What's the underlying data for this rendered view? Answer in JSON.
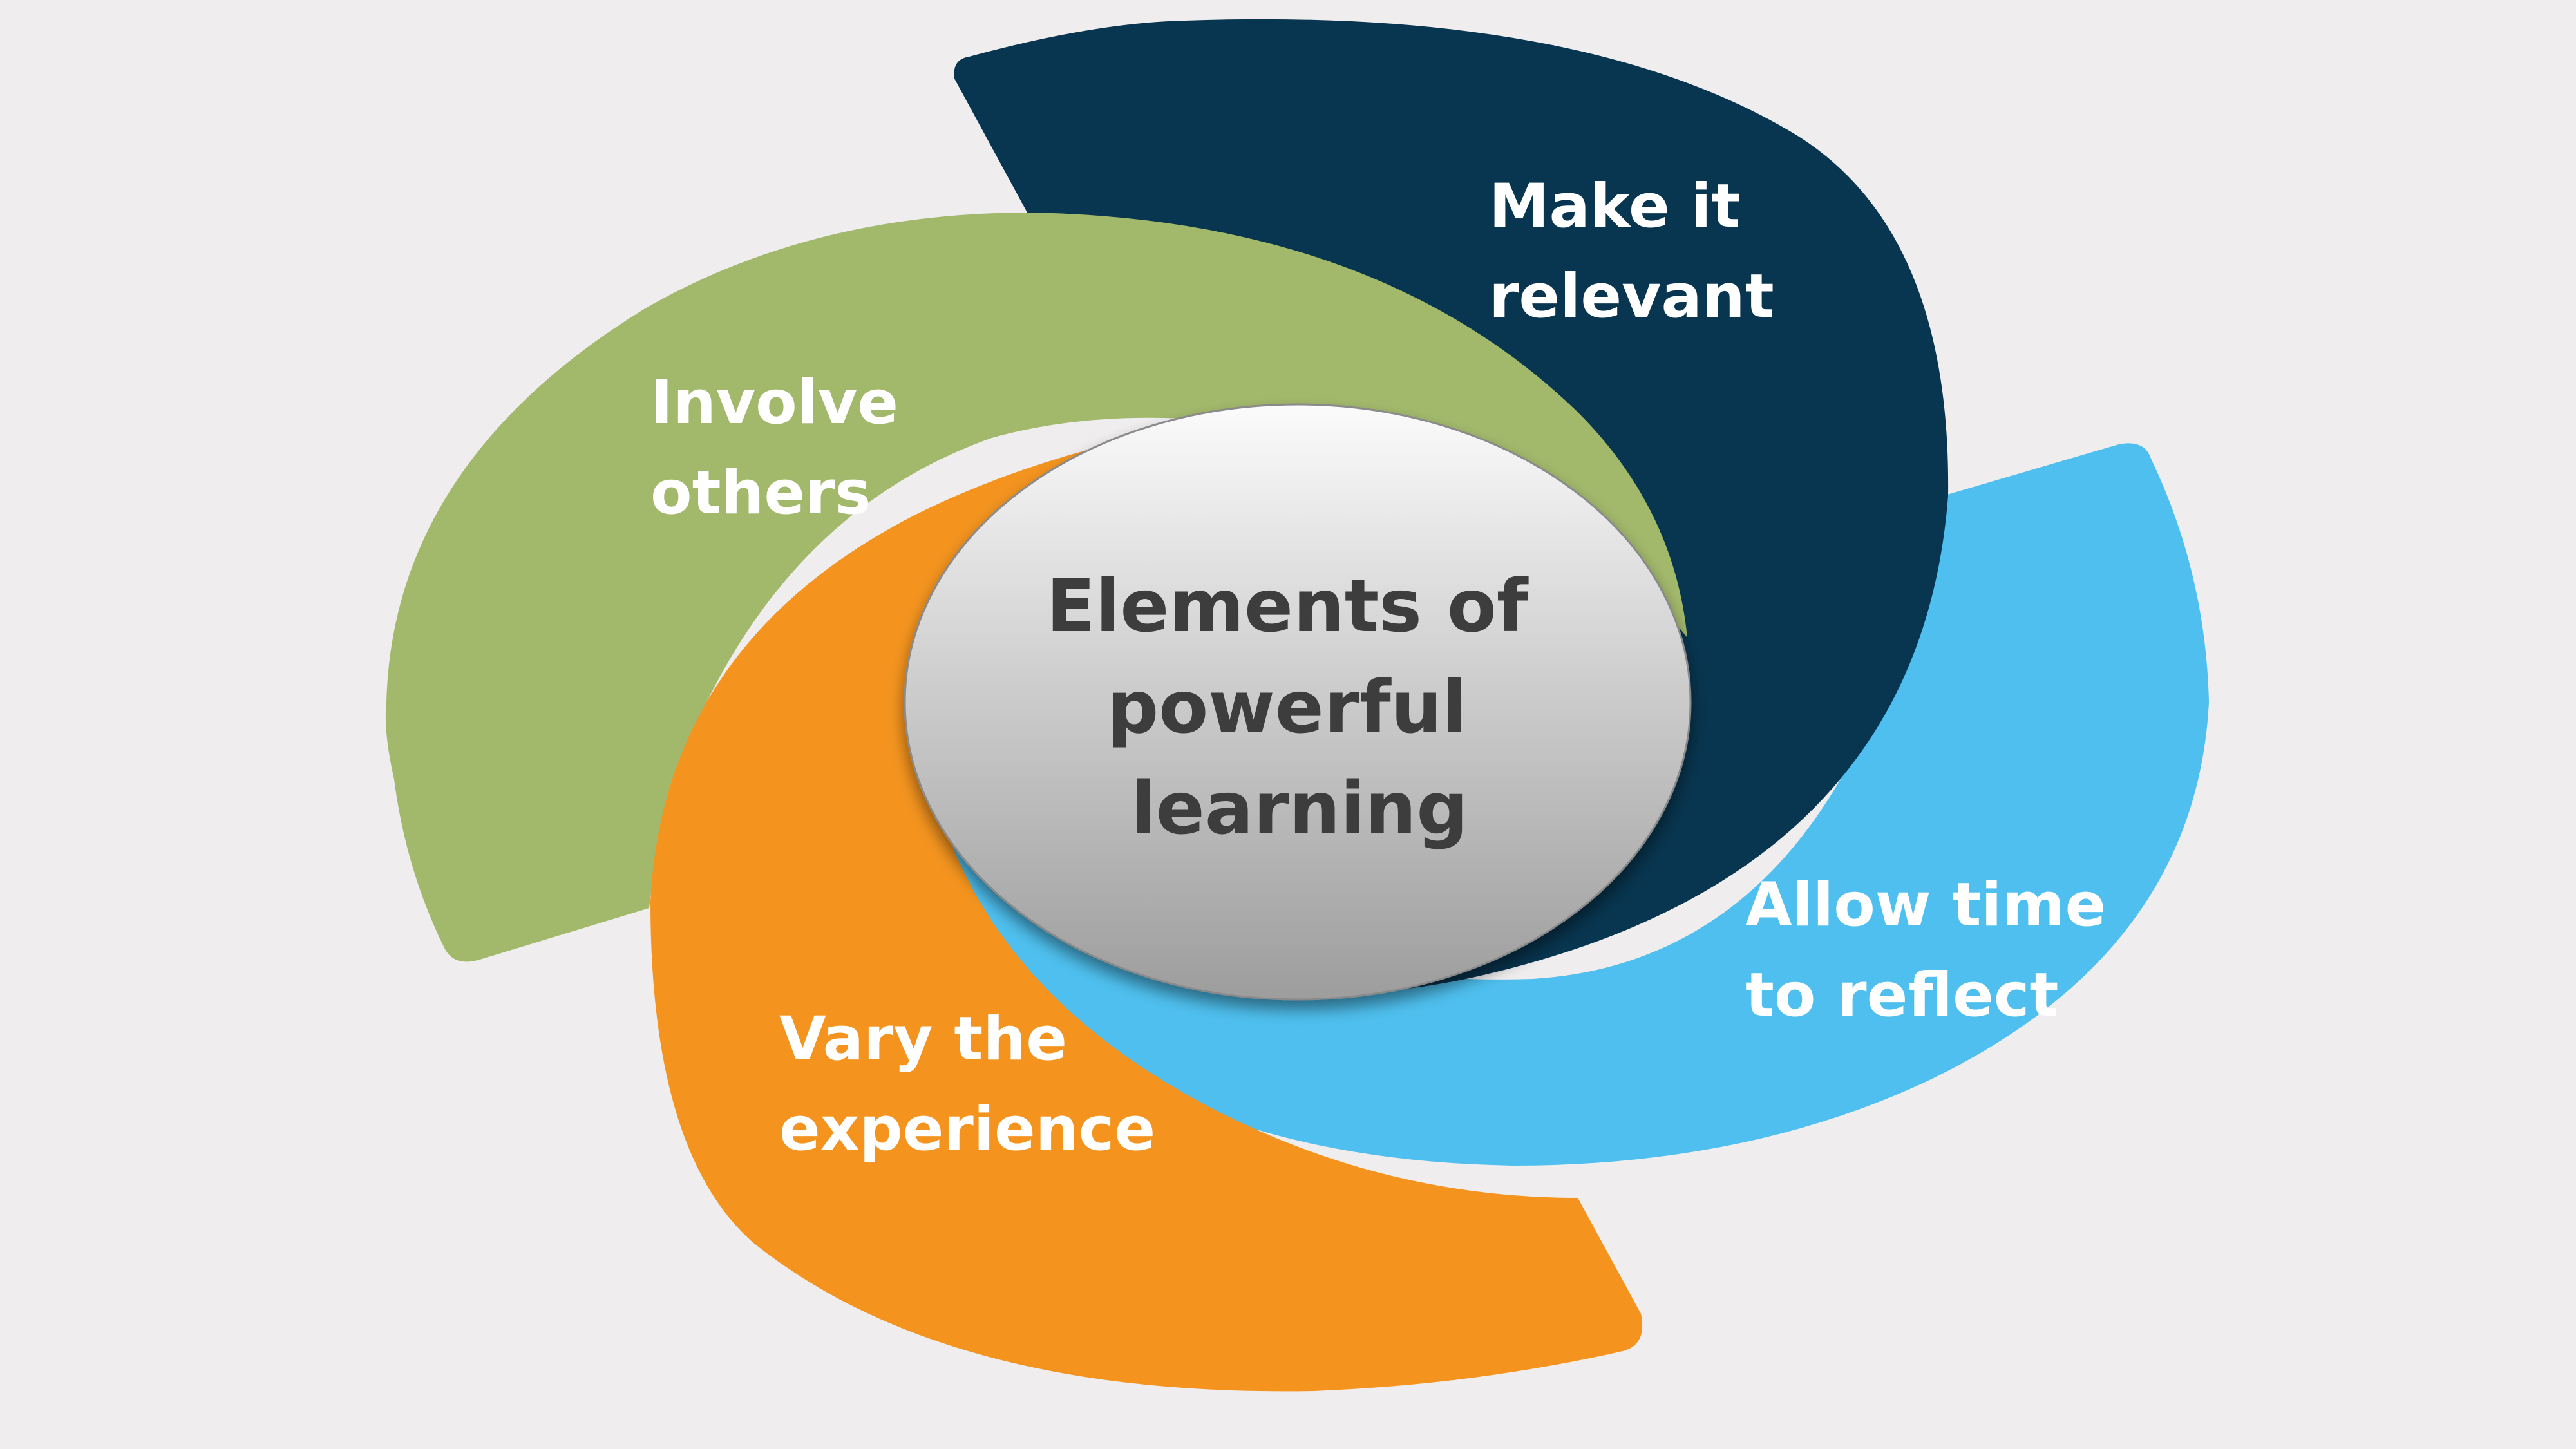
{
  "diagram": {
    "center": {
      "lines": [
        "Elements of",
        "powerful",
        "learning"
      ],
      "color": "#3d3d3d"
    },
    "petals": [
      {
        "id": "make-relevant",
        "lines": [
          "Make it",
          "relevant"
        ],
        "color": "#08354f"
      },
      {
        "id": "involve-others",
        "lines": [
          "Involve",
          "others"
        ],
        "color": "#a2b86b"
      },
      {
        "id": "reflect",
        "lines": [
          "Allow time",
          "to reflect"
        ],
        "color": "#4ebfee"
      },
      {
        "id": "vary",
        "lines": [
          "Vary the",
          "experience"
        ],
        "color": "#f4941f"
      }
    ],
    "text_color": "#ffffff",
    "background": "#efedee"
  }
}
